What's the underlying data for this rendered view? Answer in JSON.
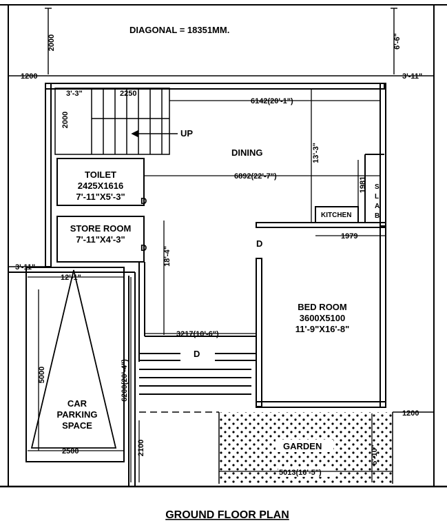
{
  "title": "GROUND FLOOR PLAN",
  "diagonal_note": "DIAGONAL = 18351MM.",
  "rooms": {
    "toilet": {
      "name": "TOILET",
      "size_mm": "2425X1616",
      "size_ft": "7'-11\"X5'-3\""
    },
    "store_room": {
      "name": "STORE ROOM",
      "size_ft": "7'-11\"X4'-3\""
    },
    "dining": {
      "name": "DINING"
    },
    "kitchen": {
      "name": "KITCHEN"
    },
    "slab": {
      "letters": [
        "S",
        "L",
        "A",
        "B"
      ]
    },
    "bed_room": {
      "name": "BED ROOM",
      "size_mm": "3600X5100",
      "size_ft": "11'-9\"X16'-8\""
    },
    "car_parking": {
      "line1": "CAR",
      "line2": "PARKING",
      "line3": "SPACE"
    },
    "garden": {
      "name": "GARDEN"
    }
  },
  "stair": {
    "up_label": "UP"
  },
  "door_label": "D",
  "dimensions": {
    "top_left_setback": "2000",
    "top_right_setback": "6'-6\"",
    "left_1200": "1200",
    "right_3_11": "3'-11\"",
    "stair_3_3": "3'-3\"",
    "stair_2250": "2250",
    "stair_2000": "2000",
    "dining_6142": "6142(20'-1\")",
    "dining_13_3": "13'-3\"",
    "dining_6892": "6892(22'-7\")",
    "kitchen_1981": "1981",
    "kitchen_1979": "1979",
    "passage_18_4": "18'-4\"",
    "left_3_11": "3'-11\"",
    "parking_12_1": "12'-1\"",
    "parking_5000": "5000",
    "parking_2500": "2500",
    "passage_6200": "6200(20'-4\")",
    "passage_3217": "3217(10'-6\")",
    "right_1200": "1200",
    "front_2100": "2100",
    "garden_6_10": "6'-10\"",
    "garden_5013": "5013(16'-5\")"
  }
}
